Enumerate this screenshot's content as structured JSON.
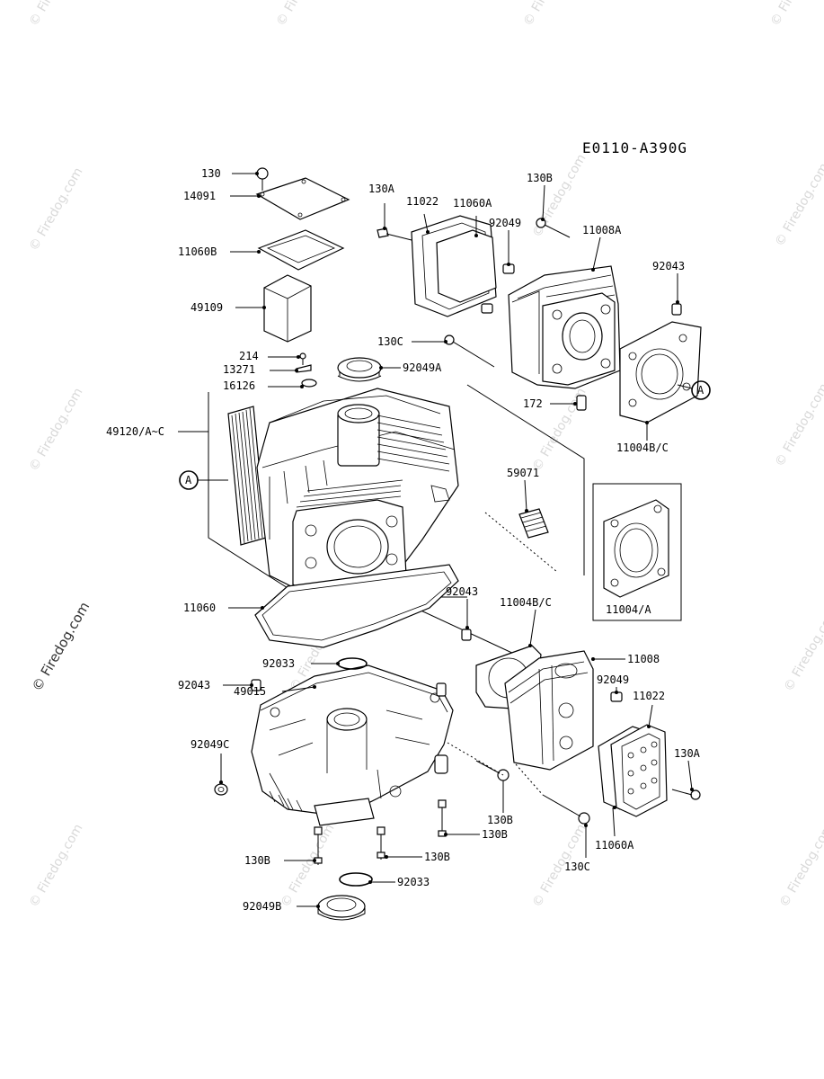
{
  "diagram": {
    "code": "E0110-A390G",
    "watermark": "© Firedog.com",
    "labels": {
      "l130": "130",
      "l14091": "14091",
      "l11060B": "11060B",
      "l49109": "49109",
      "l214": "214",
      "l13271": "13271",
      "l16126": "16126",
      "l49120": "49120/A~C",
      "lA_left": "A",
      "l11060": "11060",
      "l92033_top": "92033",
      "l49015": "49015",
      "l92043_left": "92043",
      "l92049C": "92049C",
      "l130B_a": "130B",
      "l130B_b": "130B",
      "l92033_bot": "92033",
      "l92049B": "92049B",
      "l130B_c": "130B",
      "l130B_d": "130B",
      "l130A_top": "130A",
      "l11022_top": "11022",
      "l11060A_top": "11060A",
      "l130B_top": "130B",
      "l92049_top": "92049",
      "l11008A": "11008A",
      "l92043_right": "92043",
      "l130C_top": "130C",
      "l92049A": "92049A",
      "l172": "172",
      "lA_right": "A",
      "l11004BC_top": "11004B/C",
      "l59071": "59071",
      "l11004A": "11004/A",
      "l92043_mid": "92043",
      "l11004BC_mid": "11004B/C",
      "l11008": "11008",
      "l92049_mid": "92049",
      "l11022_mid": "11022",
      "l130A_mid": "130A",
      "l11060A_mid": "11060A",
      "l130C_bot": "130C"
    }
  }
}
